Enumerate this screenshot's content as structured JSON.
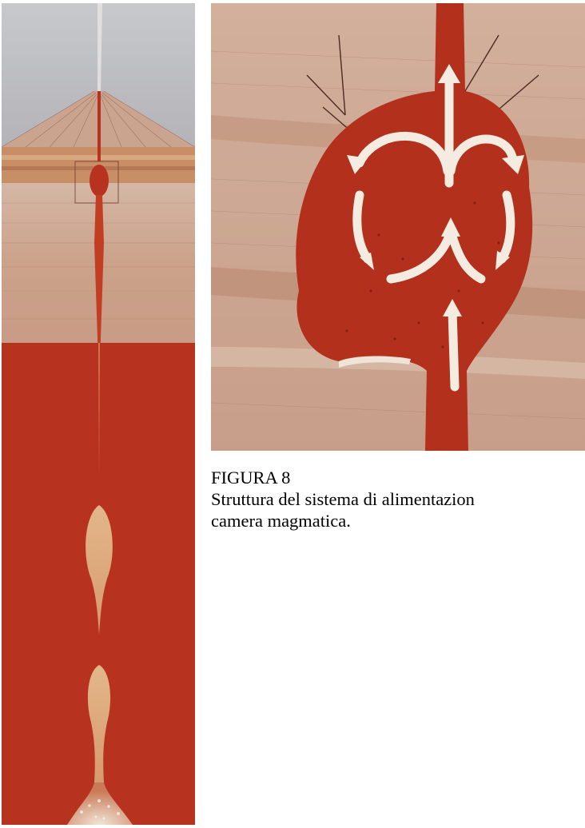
{
  "figure": {
    "label": "FIGURA 8",
    "caption_line1": "Struttura del sistema di alimentazion",
    "caption_line2": "camera magmatica."
  },
  "colors": {
    "magma": "#b8331f",
    "crust_light": "#cfa894",
    "crust_band": "#c2906a",
    "sky": "#b9bcc4",
    "arrow": "#f4ece0"
  },
  "icons": {
    "convection": "curved-arrow-icon"
  }
}
